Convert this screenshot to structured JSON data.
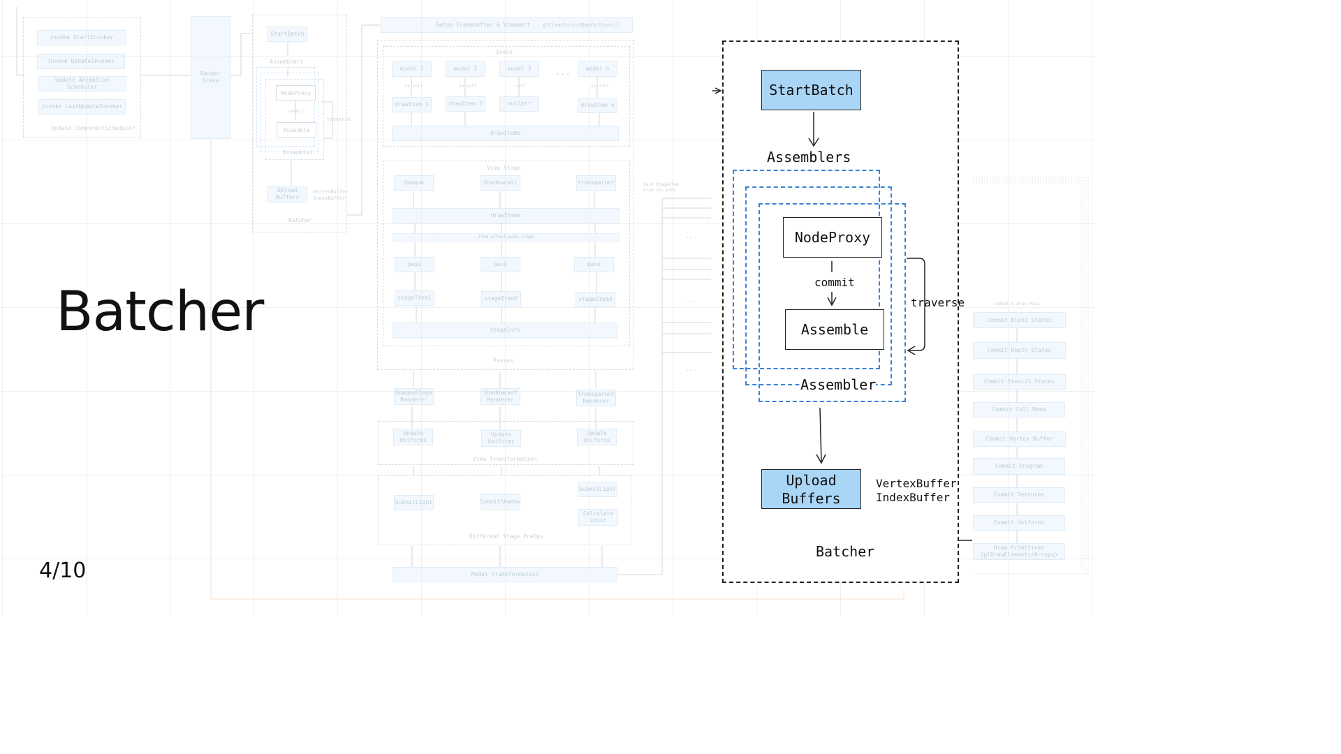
{
  "slide": {
    "title": "Batcher",
    "page": "4/10"
  },
  "main": {
    "start_batch": "StartBatch",
    "assemblers": "Assemblers",
    "node_proxy": "NodeProxy",
    "commit": "commit",
    "assemble": "Assemble",
    "traverse": "traverse",
    "assembler": "Assembler",
    "upload_line1": "Upload",
    "upload_line2": "Buffers",
    "vertex_buffer": "VertexBuffer",
    "index_buffer": "IndexBuffer",
    "batcher": "Batcher"
  },
  "bg": {
    "invoke_start": "invoke StartInvoker",
    "invoke_update": "invoke UpdateInvoker",
    "update_anim": "Update Animation Scheduler",
    "invoke_last": "invoke LastUpdateInvoker",
    "update_comp": "Update ComponentScheduler",
    "render_scene": "Render Scene",
    "start_batch": "StartBatch",
    "assemblers": "Assemblers",
    "node_proxy": "NodeProxy",
    "commit": "commit",
    "assemble": "Assemble",
    "traverse": "traverse",
    "assembler": "Assembler",
    "upload": "Upload Buffers",
    "vb": "VertexBuffer",
    "ib": "IndexBuffer",
    "batcher": "Batcher",
    "setup_fb": "Setup Framebuffer & Viewport",
    "gl_clear": "glClearColor/Depth/Stencil",
    "scene": "Scene",
    "models": [
      "model 1",
      "model 2",
      "model 3",
      "model n"
    ],
    "ellipsis": "...",
    "no_cull": "no cull",
    "cull": "cull",
    "draw_items_top": [
      "drawItem 1",
      "drawItem 2",
      "nullptr",
      "drawItem n"
    ],
    "draw_items": "drawItems",
    "view_stage": "View Stage",
    "stages": [
      "Opaque",
      "Shadowcast",
      "transparent"
    ],
    "item_effect": "item.effect.pass.stage",
    "pass": "pass",
    "stage_items": [
      "stageItem1",
      "stageItem2",
      "stageItem3"
    ],
    "stage_info": "stageInfo",
    "passes": "Passes",
    "renderers": [
      "OpaqueStage Renderer",
      "Shadowcast Renderer",
      "Transparent Renderer"
    ],
    "update_uniforms": "Update Uniforms",
    "view_transform": "View Transformation",
    "submit_light": "SubmitLight",
    "submit_shadow": "SubmitShadow",
    "submit_light2": "SubmitLight",
    "calc_zdist": "Calculate zdist",
    "diff_stage": "Different Stage PreOps",
    "model_transform": "Model Transformation",
    "each_stage": "Each StageItem draw its pass",
    "commit_draw": "Commit & Draw Pass",
    "commit_steps": [
      "Commit Blend States",
      "Commit Depth States",
      "Commit Stencil States",
      "Commit Cull Mode",
      "Commit Vertex Buffer",
      "Commit Program",
      "Commit Textures",
      "Commit Uniforms",
      "Draw Primitives (glDrawElements/Arrays)"
    ]
  },
  "colors": {
    "accent_blue": "#a9d5f7",
    "dash_blue": "#3b82d8",
    "faded_blue": "#e3f1fc",
    "orange_line": "#f3b98a"
  }
}
